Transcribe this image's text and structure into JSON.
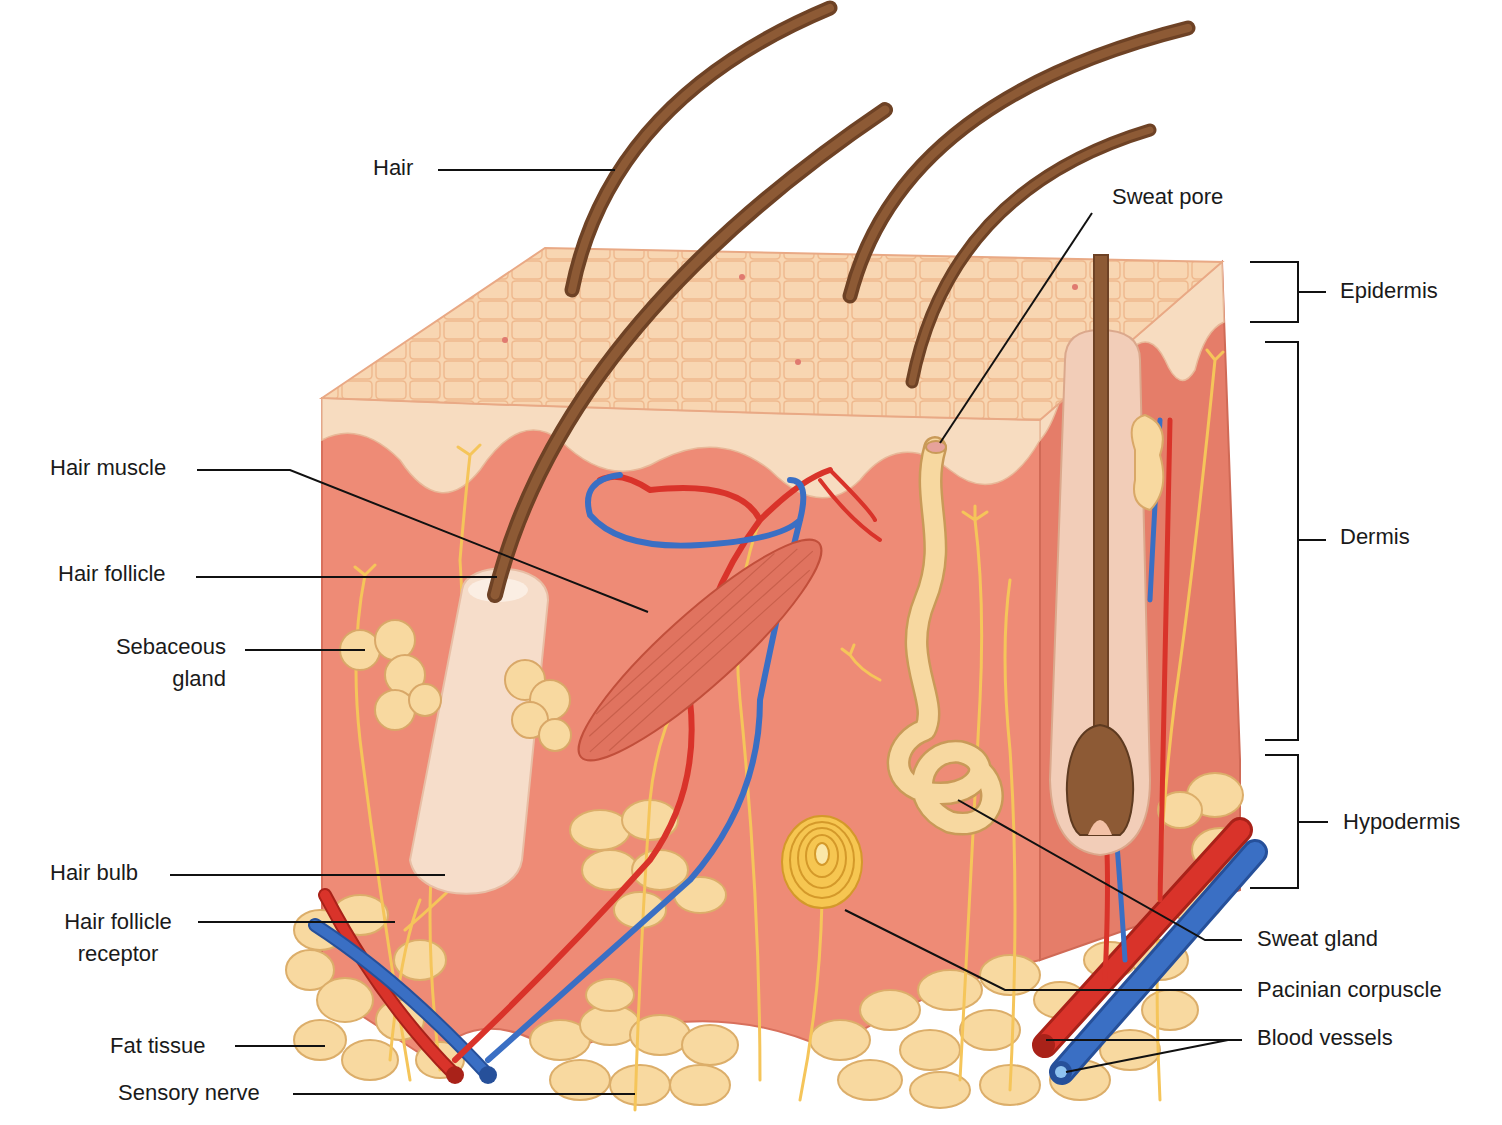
{
  "diagram": {
    "labels": [
      "Hair",
      "Sweat pore",
      "Epidermis",
      "Hair muscle",
      "Dermis",
      "Hair follicle",
      "Sebaceous gland",
      "Hypodermis",
      "Hair bulb",
      "Sweat gland",
      "Hair follicle receptor",
      "Pacinian corpuscle",
      "Fat tissue",
      "Blood vessels",
      "Sensory nerve"
    ]
  }
}
